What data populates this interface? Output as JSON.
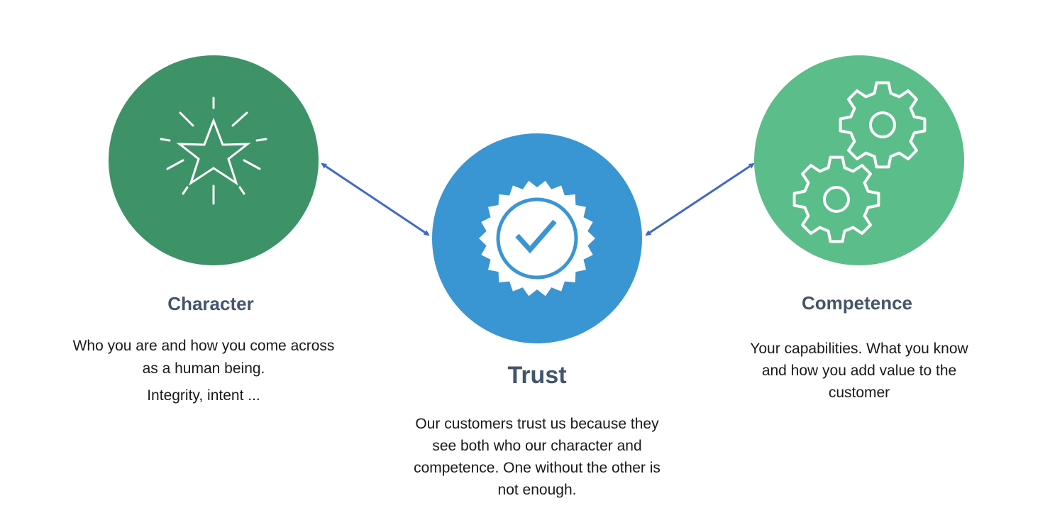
{
  "colors": {
    "character": "#3d9268",
    "trust": "#3a95d3",
    "competence": "#5bbd89",
    "arrow": "#4169c4",
    "title": "#44546a"
  },
  "nodes": {
    "character": {
      "icon": "star-burst-icon",
      "title": "Character",
      "lines": [
        "Who you are and how you come across",
        "as a human being.",
        "Integrity,  intent ..."
      ]
    },
    "trust": {
      "icon": "badge-check-icon",
      "title": "Trust",
      "lines": [
        "Our customers trust us because they",
        "see both who our character and",
        "competence.  One without the other is",
        "not  enough."
      ]
    },
    "competence": {
      "icon": "gears-icon",
      "title": "Competence",
      "lines": [
        "Your capabilities. What you know",
        "and how you add value to  the",
        "customer"
      ]
    }
  }
}
